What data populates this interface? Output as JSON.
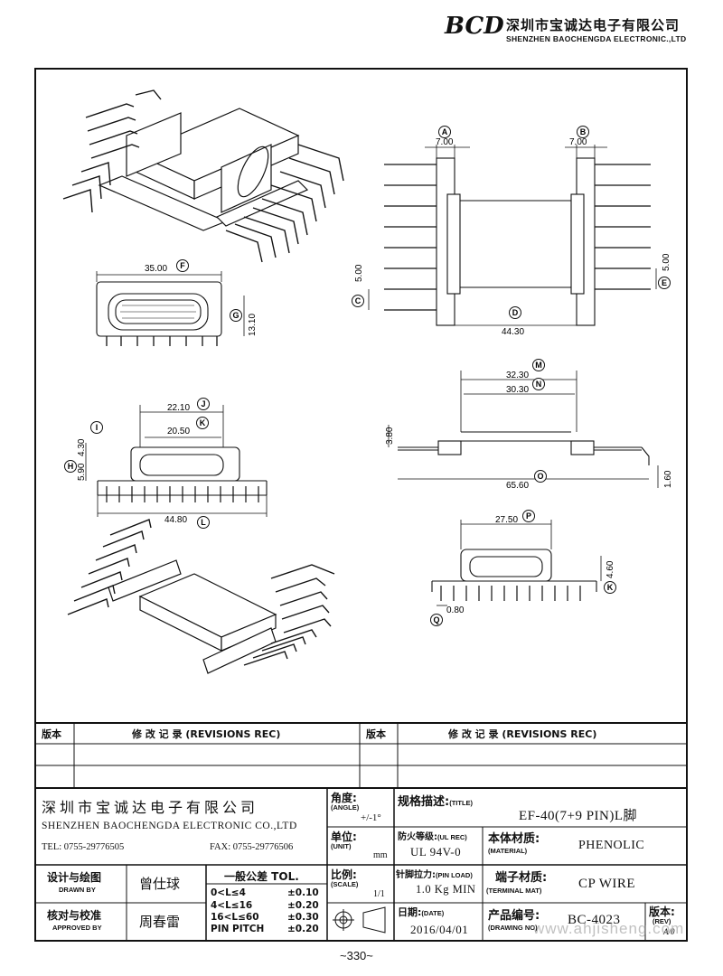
{
  "header": {
    "logo": "BCD",
    "company_cn": "深圳市宝诚达电子有限公司",
    "company_en": "SHENZHEN BAOCHENGDA ELECTRONIC.,LTD"
  },
  "dims": {
    "A": "7.00",
    "B": "7.00",
    "C": "5.00",
    "D": "44.30",
    "E": "5.00",
    "F": "35.00",
    "G": "13.10",
    "H": "5.90",
    "I": "4.30",
    "J": "22.10",
    "K": "20.50",
    "L": "44.80",
    "M": "32.30",
    "N": "30.30",
    "O": "65.60",
    "h380": "3.80",
    "h160": "1.60",
    "P": "27.50",
    "K2": "4.60",
    "Q": "0.80"
  },
  "callouts": [
    "A",
    "B",
    "C",
    "D",
    "E",
    "F",
    "G",
    "H",
    "I",
    "J",
    "K",
    "L",
    "M",
    "N",
    "O",
    "P",
    "K",
    "Q"
  ],
  "revisions": {
    "left_label": "版本",
    "left_title": "修 改 记 录  (REVISIONS REC)",
    "right_label": "版本",
    "right_title": "修 改 记 录  (REVISIONS REC)"
  },
  "title_block": {
    "company_cn": "深 圳 市 宝 诚 达 电 子 有 限 公 司",
    "company_en": "SHENZHEN BAOCHENGDA ELECTRONIC CO.,LTD",
    "tel": "TEL: 0755-29776505",
    "fax": "FAX: 0755-29776506",
    "angle_label": "角度:",
    "angle_en": "(ANGLE)",
    "angle_value": "+/-1°",
    "unit_label": "单位:",
    "unit_en": "(UNIT)",
    "unit_value": "mm",
    "scale_label": "比例:",
    "scale_en": "(SCALE)",
    "scale_value": "1/1",
    "spec_label": "规格描述:",
    "spec_en": "(TITLE)",
    "spec_value": "EF-40(7+9 PIN)L脚",
    "flame_label": "防火等级:",
    "flame_en": "(UL REC)",
    "flame_value": "UL 94V-0",
    "material_label": "本体材质:",
    "material_en": "(MATERIAL)",
    "material_value": "PHENOLIC",
    "pin_load_label": "针脚拉力:",
    "pin_load_en": "(PIN LOAD)",
    "pin_load_value": "1.0 Kg MIN",
    "terminal_label": "端子材质:",
    "terminal_en": "(TERMINAL MAT)",
    "terminal_value": "CP WIRE",
    "date_label": "日期:",
    "date_en": "(DATE)",
    "date_value": "2016/04/01",
    "drawing_no_label": "产品编号:",
    "drawing_no_en": "(DRAWING NO)",
    "drawing_no_value": "BC-4023",
    "rev_label": "版本:",
    "rev_en": "(REV)",
    "rev_value": "A/0",
    "drawn_label": "设计与绘图",
    "drawn_en": "DRAWN BY",
    "drawn_value": "曾仕球",
    "approved_label": "核对与校准",
    "approved_en": "APPROVED BY",
    "approved_value": "周春雷",
    "tol_title": "一般公差 TOL.",
    "tol_rows": [
      {
        "range": "0<L≤4",
        "value": "±0.10"
      },
      {
        "range": "4<L≤16",
        "value": "±0.20"
      },
      {
        "range": "16<L≤60",
        "value": "±0.30"
      },
      {
        "range": "PIN PITCH",
        "value": "±0.20"
      }
    ]
  },
  "watermark": "www.ahjisheng.com",
  "page_number": "~330~"
}
